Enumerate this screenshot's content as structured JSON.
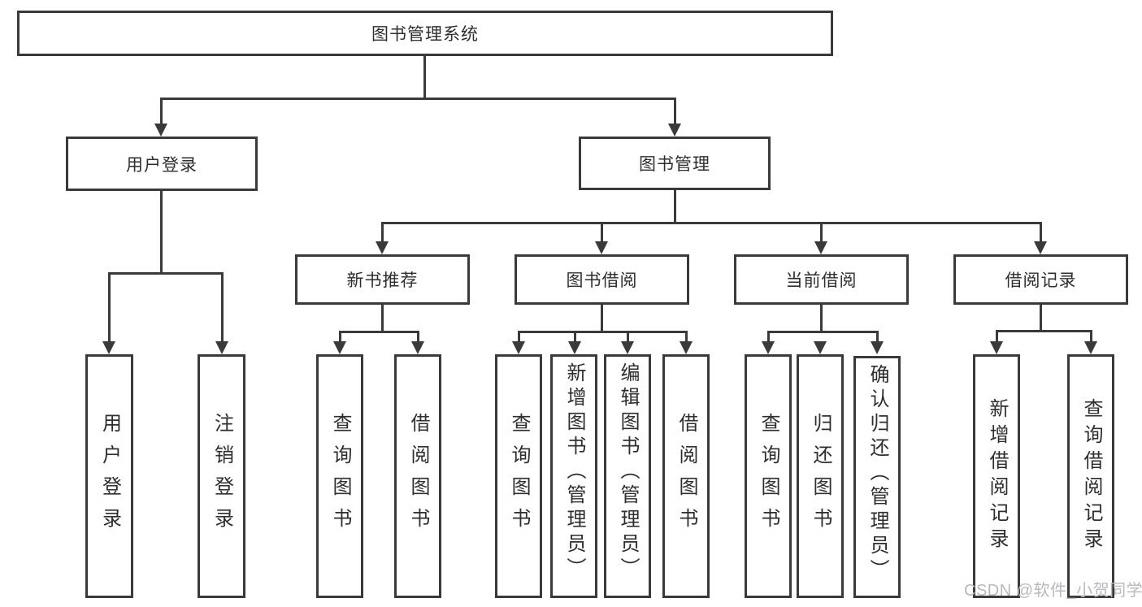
{
  "diagram": {
    "root": {
      "label": "图书管理系统"
    },
    "level1": [
      {
        "label": "用户登录"
      },
      {
        "label": "图书管理"
      }
    ],
    "level2": [
      {
        "label": "新书推荐"
      },
      {
        "label": "图书借阅"
      },
      {
        "label": "当前借阅"
      },
      {
        "label": "借阅记录"
      }
    ],
    "leaves": {
      "userLogin": [
        {
          "label": "用户登录"
        },
        {
          "label": "注销登录"
        }
      ],
      "newBooks": [
        {
          "label": "查询图书"
        },
        {
          "label": "借阅图书"
        }
      ],
      "bookBorrow": [
        {
          "label": "查询图书"
        },
        {
          "label": "新增图书（管理员）"
        },
        {
          "label": "编辑图书（管理员）"
        },
        {
          "label": "借阅图书"
        }
      ],
      "currentBorrow": [
        {
          "label": "查询图书"
        },
        {
          "label": "归还图书"
        },
        {
          "label": "确认归还（管理员）"
        }
      ],
      "borrowRecords": [
        {
          "label": "新增借阅记录"
        },
        {
          "label": "查询借阅记录"
        }
      ]
    }
  },
  "watermark": {
    "text": "CSDN @软件_小贺同学"
  },
  "colors": {
    "line": "#3a3a3a",
    "text": "#2e2e2e",
    "background": "#ffffff",
    "watermark": "#b9b9bd"
  }
}
